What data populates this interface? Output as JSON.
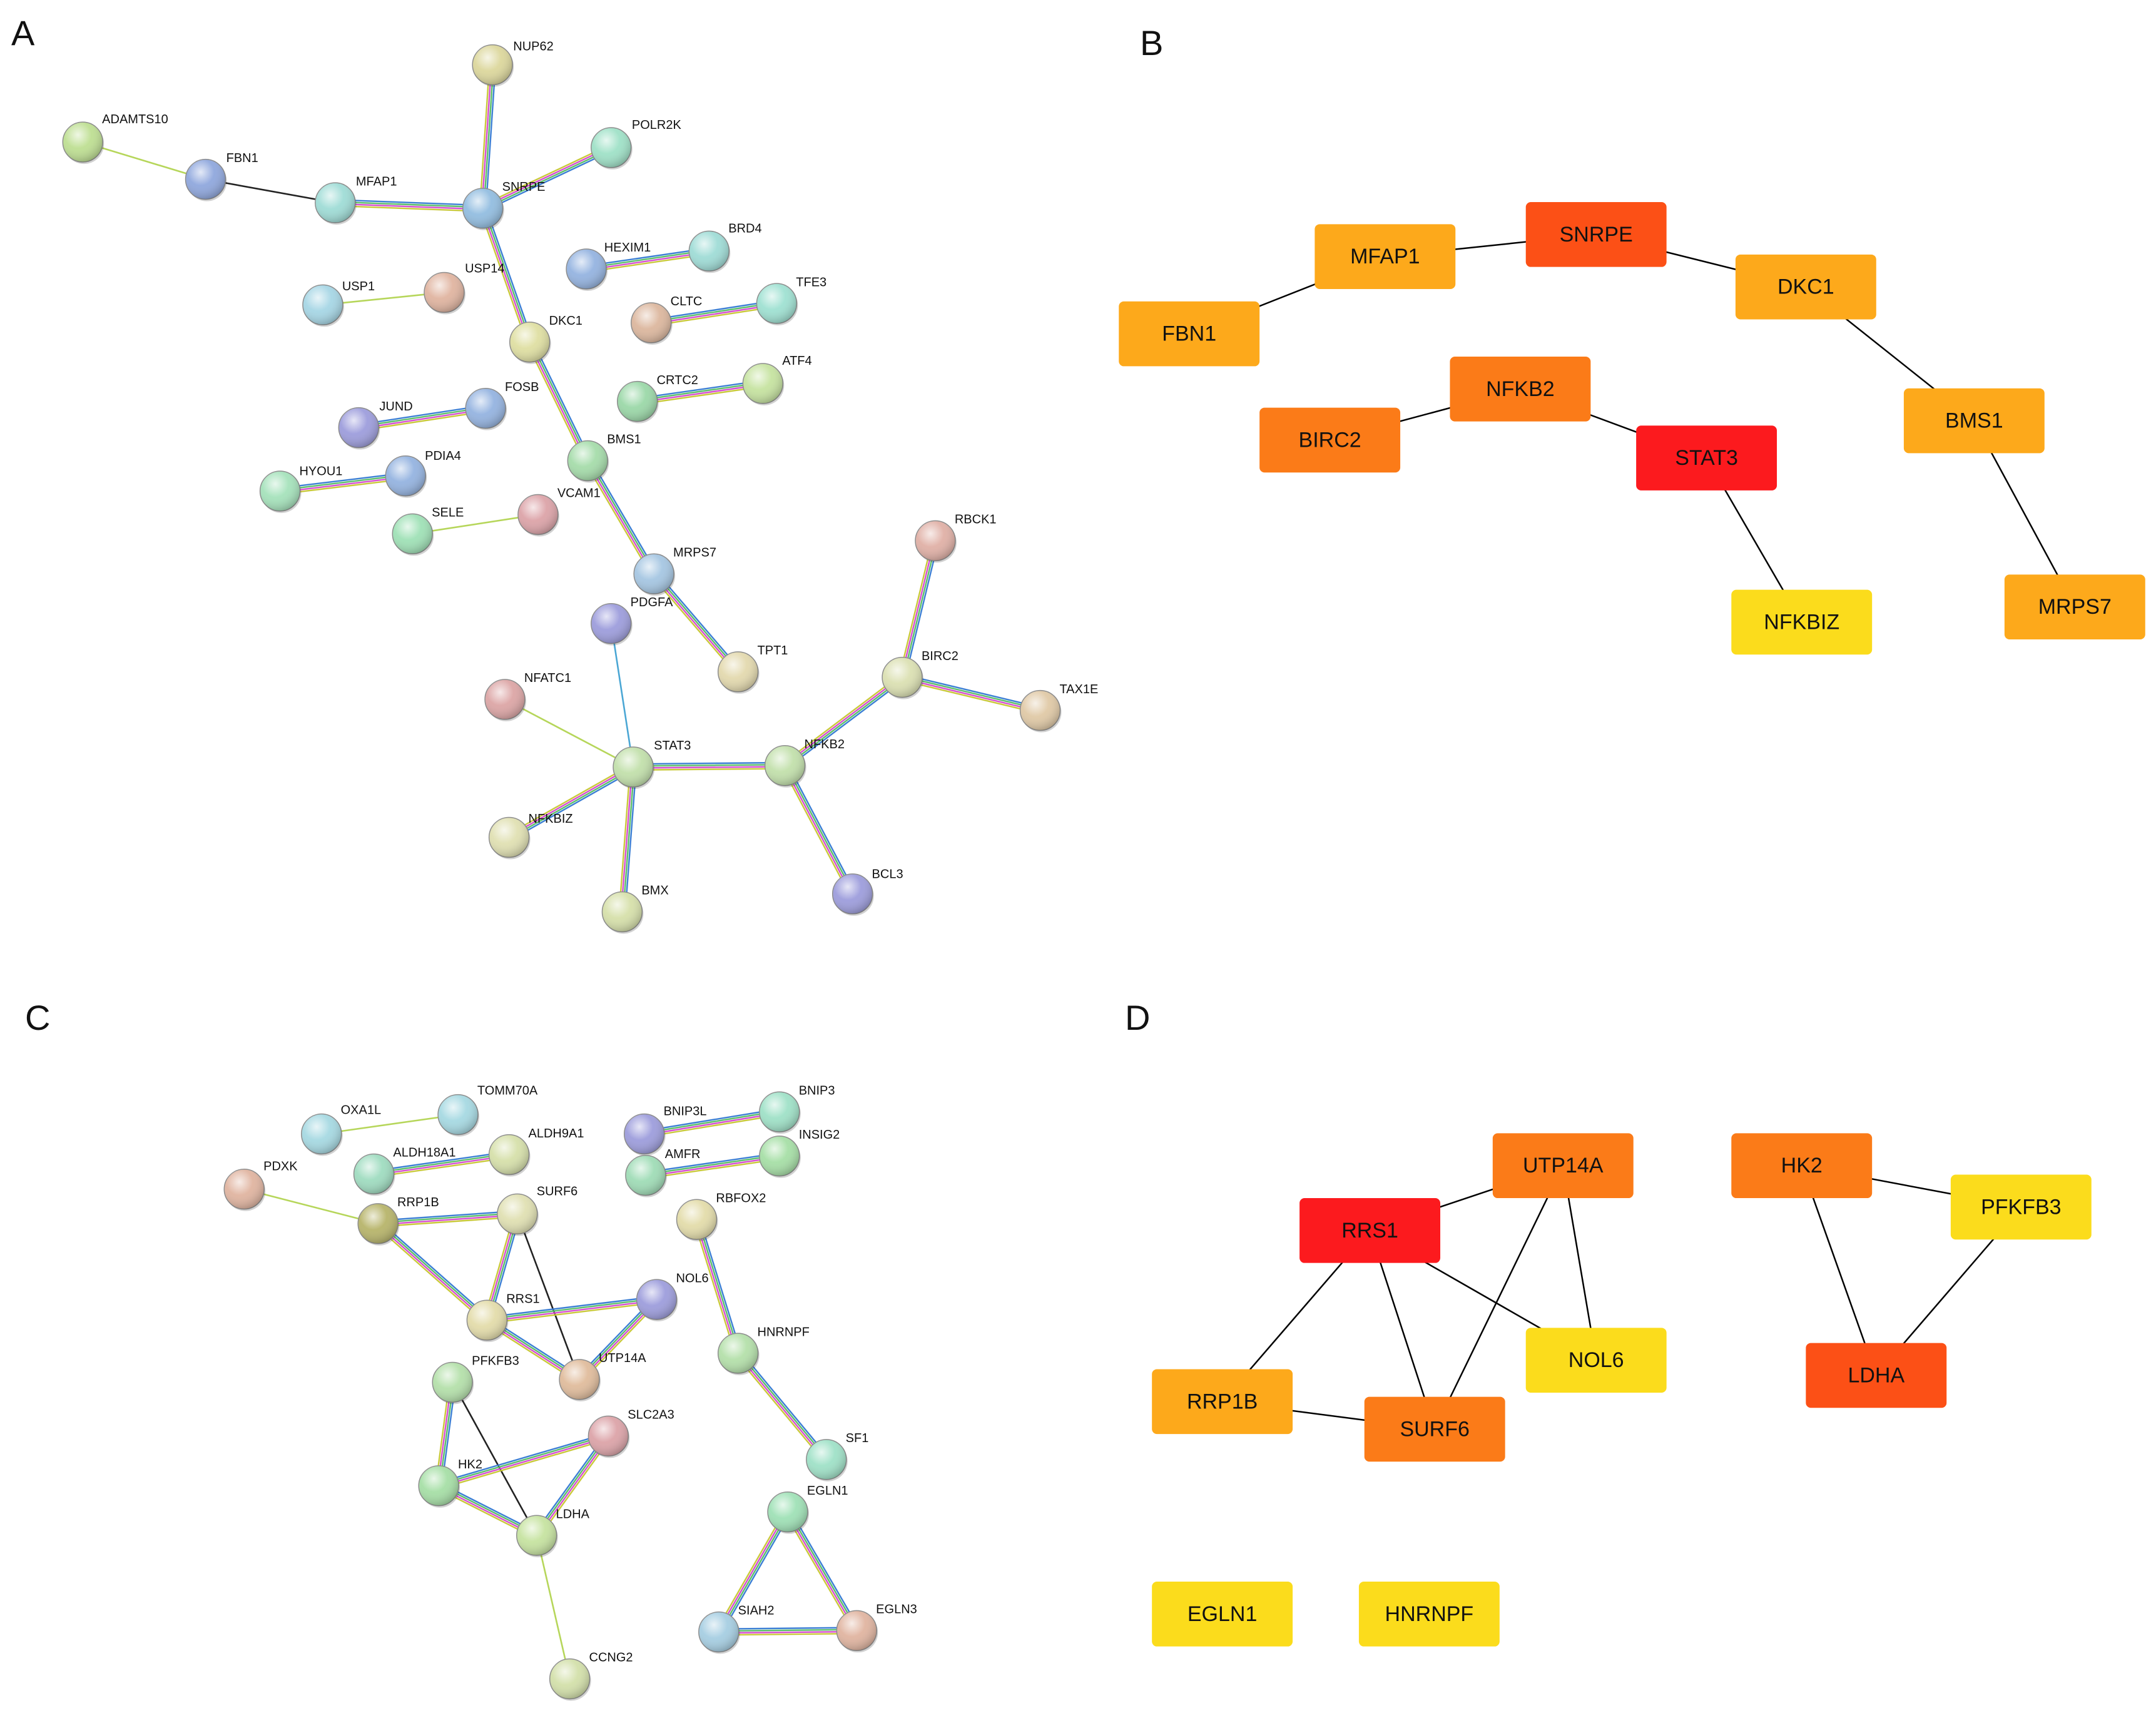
{
  "panels": {
    "A": {
      "letter": "A",
      "nodes": [
        {
          "id": "NUP62",
          "label": "NUP62",
          "color": "#dcd79c"
        },
        {
          "id": "ADAMTS10",
          "label": "ADAMTS10",
          "color": "#bedf92"
        },
        {
          "id": "FBN1",
          "label": "FBN1",
          "color": "#8fa7dd"
        },
        {
          "id": "POLR2K",
          "label": "POLR2K",
          "color": "#9fe1c7"
        },
        {
          "id": "MFAP1",
          "label": "MFAP1",
          "color": "#9fdcd6"
        },
        {
          "id": "SNRPE",
          "label": "SNRPE",
          "color": "#92bde0"
        },
        {
          "id": "HEXIM1",
          "label": "HEXIM1",
          "color": "#94b3e0"
        },
        {
          "id": "BRD4",
          "label": "BRD4",
          "color": "#9fdcd6"
        },
        {
          "id": "USP1",
          "label": "USP1",
          "color": "#a6d6e5"
        },
        {
          "id": "USP14",
          "label": "USP14",
          "color": "#e0b4a0"
        },
        {
          "id": "TFE3",
          "label": "TFE3",
          "color": "#9fe1d2"
        },
        {
          "id": "CLTC",
          "label": "CLTC",
          "color": "#dcb79e"
        },
        {
          "id": "DKC1",
          "label": "DKC1",
          "color": "#dfdfa2"
        },
        {
          "id": "CRTC2",
          "label": "CRTC2",
          "color": "#9bd8a8"
        },
        {
          "id": "ATF4",
          "label": "ATF4",
          "color": "#c6e3a0"
        },
        {
          "id": "JUND",
          "label": "JUND",
          "color": "#9d9ddc"
        },
        {
          "id": "FOSB",
          "label": "FOSB",
          "color": "#94b3e0"
        },
        {
          "id": "BMS1",
          "label": "BMS1",
          "color": "#a5dcaa"
        },
        {
          "id": "HYOU1",
          "label": "HYOU1",
          "color": "#a5e2bb"
        },
        {
          "id": "PDIA4",
          "label": "PDIA4",
          "color": "#94b3e0"
        },
        {
          "id": "SELE",
          "label": "SELE",
          "color": "#9fe1b6"
        },
        {
          "id": "VCAM1",
          "label": "VCAM1",
          "color": "#dca3a8"
        },
        {
          "id": "MRPS7",
          "label": "MRPS7",
          "color": "#a5c6e2"
        },
        {
          "id": "RBCK1",
          "label": "RBCK1",
          "color": "#e0b0a6"
        },
        {
          "id": "PDGFA",
          "label": "PDGFA",
          "color": "#9d9ddc"
        },
        {
          "id": "TPT1",
          "label": "TPT1",
          "color": "#e3d9ae"
        },
        {
          "id": "BIRC2",
          "label": "BIRC2",
          "color": "#dbe0b2"
        },
        {
          "id": "TAX1BP1",
          "label": "TAX1E",
          "color": "#e0c9a6"
        },
        {
          "id": "NFATC1",
          "label": "NFATC1",
          "color": "#dca5a5"
        },
        {
          "id": "STAT3",
          "label": "STAT3",
          "color": "#c2e0ab"
        },
        {
          "id": "NFKB2",
          "label": "NFKB2",
          "color": "#c2e0ab"
        },
        {
          "id": "NFKBIZ",
          "label": "NFKBIZ",
          "color": "#e0e0b2"
        },
        {
          "id": "BMX",
          "label": "BMX",
          "color": "#d6e0aa"
        },
        {
          "id": "BCL3",
          "label": "BCL3",
          "color": "#9d9ddc"
        }
      ],
      "edges": [
        {
          "a": "ADAMTS10",
          "b": "FBN1",
          "kind": "c1"
        },
        {
          "a": "FBN1",
          "b": "MFAP1",
          "kind": "c0"
        },
        {
          "a": "MFAP1",
          "b": "SNRPE",
          "kind": "multi"
        },
        {
          "a": "NUP62",
          "b": "SNRPE",
          "kind": "multi"
        },
        {
          "a": "POLR2K",
          "b": "SNRPE",
          "kind": "multi"
        },
        {
          "a": "SNRPE",
          "b": "DKC1",
          "kind": "multi"
        },
        {
          "a": "HEXIM1",
          "b": "BRD4",
          "kind": "multi"
        },
        {
          "a": "USP1",
          "b": "USP14",
          "kind": "c1"
        },
        {
          "a": "CLTC",
          "b": "TFE3",
          "kind": "multi"
        },
        {
          "a": "DKC1",
          "b": "BMS1",
          "kind": "multi"
        },
        {
          "a": "CRTC2",
          "b": "ATF4",
          "kind": "multi"
        },
        {
          "a": "JUND",
          "b": "FOSB",
          "kind": "multi"
        },
        {
          "a": "HYOU1",
          "b": "PDIA4",
          "kind": "multi"
        },
        {
          "a": "SELE",
          "b": "VCAM1",
          "kind": "c1"
        },
        {
          "a": "BMS1",
          "b": "MRPS7",
          "kind": "multi"
        },
        {
          "a": "MRPS7",
          "b": "TPT1",
          "kind": "multi"
        },
        {
          "a": "RBCK1",
          "b": "BIRC2",
          "kind": "multi"
        },
        {
          "a": "BIRC2",
          "b": "TAX1BP1",
          "kind": "multi"
        },
        {
          "a": "BIRC2",
          "b": "NFKB2",
          "kind": "multi"
        },
        {
          "a": "PDGFA",
          "b": "STAT3",
          "kind": "c2"
        },
        {
          "a": "NFATC1",
          "b": "STAT3",
          "kind": "c1"
        },
        {
          "a": "STAT3",
          "b": "NFKB2",
          "kind": "multi"
        },
        {
          "a": "STAT3",
          "b": "NFKBIZ",
          "kind": "multi"
        },
        {
          "a": "STAT3",
          "b": "BMX",
          "kind": "multi"
        },
        {
          "a": "NFKB2",
          "b": "BCL3",
          "kind": "multi"
        }
      ]
    },
    "B": {
      "letter": "B",
      "nodes": [
        {
          "id": "SNRPE",
          "label": "SNRPE",
          "color": "#fc5016"
        },
        {
          "id": "MFAP1",
          "label": "MFAP1",
          "color": "#fda91b"
        },
        {
          "id": "DKC1",
          "label": "DKC1",
          "color": "#fda91b"
        },
        {
          "id": "FBN1",
          "label": "FBN1",
          "color": "#fda91b"
        },
        {
          "id": "NFKB2",
          "label": "NFKB2",
          "color": "#fb7b18"
        },
        {
          "id": "BIRC2",
          "label": "BIRC2",
          "color": "#fb7b18"
        },
        {
          "id": "STAT3",
          "label": "STAT3",
          "color": "#fc1a1e"
        },
        {
          "id": "BMS1",
          "label": "BMS1",
          "color": "#fda91b"
        },
        {
          "id": "NFKBIZ",
          "label": "NFKBIZ",
          "color": "#fbdc1c"
        },
        {
          "id": "MRPS7",
          "label": "MRPS7",
          "color": "#fda91b"
        }
      ],
      "edges": [
        {
          "a": "FBN1",
          "b": "MFAP1"
        },
        {
          "a": "MFAP1",
          "b": "SNRPE"
        },
        {
          "a": "SNRPE",
          "b": "DKC1"
        },
        {
          "a": "DKC1",
          "b": "BMS1"
        },
        {
          "a": "BMS1",
          "b": "MRPS7"
        },
        {
          "a": "BIRC2",
          "b": "NFKB2"
        },
        {
          "a": "NFKB2",
          "b": "STAT3"
        },
        {
          "a": "STAT3",
          "b": "NFKBIZ"
        }
      ]
    },
    "C": {
      "letter": "C",
      "nodes": [
        {
          "id": "OXA1L",
          "label": "OXA1L",
          "color": "#a6d9e2"
        },
        {
          "id": "TOMM70A",
          "label": "TOMM70A",
          "color": "#a6d9e2"
        },
        {
          "id": "BNIP3L",
          "label": "BNIP3L",
          "color": "#9d9ddc"
        },
        {
          "id": "BNIP3",
          "label": "BNIP3",
          "color": "#9fe1c7"
        },
        {
          "id": "PDXK",
          "label": "PDXK",
          "color": "#e0b4a0"
        },
        {
          "id": "ALDH18A1",
          "label": "ALDH18A1",
          "color": "#9fdcc0"
        },
        {
          "id": "ALDH9A1",
          "label": "ALDH9A1",
          "color": "#d6e0aa"
        },
        {
          "id": "AMFR",
          "label": "AMFR",
          "color": "#9fdcb6"
        },
        {
          "id": "INSIG2",
          "label": "INSIG2",
          "color": "#a6dfa6"
        },
        {
          "id": "RRP1B",
          "label": "RRP1B",
          "color": "#b7b46a"
        },
        {
          "id": "SURF6",
          "label": "SURF6",
          "color": "#e0e0b2"
        },
        {
          "id": "RBFOX2",
          "label": "RBFOX2",
          "color": "#e3dcaa"
        },
        {
          "id": "NOL6",
          "label": "NOL6",
          "color": "#9d9ddc"
        },
        {
          "id": "RRS1",
          "label": "RRS1",
          "color": "#e3dcaa"
        },
        {
          "id": "UTP14A",
          "label": "UTP14A",
          "color": "#e0bc9c"
        },
        {
          "id": "HNRNPF",
          "label": "HNRNPF",
          "color": "#b4e0aa"
        },
        {
          "id": "PFKFB3",
          "label": "PFKFB3",
          "color": "#b4e0aa"
        },
        {
          "id": "SLC2A3",
          "label": "SLC2A3",
          "color": "#dca3a8"
        },
        {
          "id": "SF1",
          "label": "SF1",
          "color": "#9fe1c7"
        },
        {
          "id": "HK2",
          "label": "HK2",
          "color": "#a6dfa6"
        },
        {
          "id": "LDHA",
          "label": "LDHA",
          "color": "#c6e3a0"
        },
        {
          "id": "EGLN1",
          "label": "EGLN1",
          "color": "#9fe1b6"
        },
        {
          "id": "SIAH2",
          "label": "SIAH2",
          "color": "#a6cee2"
        },
        {
          "id": "EGLN3",
          "label": "EGLN3",
          "color": "#e0b4a0"
        },
        {
          "id": "CCNG2",
          "label": "CCNG2",
          "color": "#d3e0aa"
        }
      ],
      "edges": [
        {
          "a": "OXA1L",
          "b": "TOMM70A",
          "kind": "c1"
        },
        {
          "a": "BNIP3L",
          "b": "BNIP3",
          "kind": "multi"
        },
        {
          "a": "AMFR",
          "b": "INSIG2",
          "kind": "multi"
        },
        {
          "a": "ALDH18A1",
          "b": "ALDH9A1",
          "kind": "multi"
        },
        {
          "a": "PDXK",
          "b": "RRP1B",
          "kind": "c1"
        },
        {
          "a": "RRP1B",
          "b": "SURF6",
          "kind": "multi"
        },
        {
          "a": "RRP1B",
          "b": "RRS1",
          "kind": "multi"
        },
        {
          "a": "SURF6",
          "b": "RRS1",
          "kind": "multi"
        },
        {
          "a": "SURF6",
          "b": "UTP14A",
          "kind": "c0"
        },
        {
          "a": "RRS1",
          "b": "NOL6",
          "kind": "multi"
        },
        {
          "a": "RRS1",
          "b": "UTP14A",
          "kind": "multi"
        },
        {
          "a": "UTP14A",
          "b": "NOL6",
          "kind": "multi"
        },
        {
          "a": "RBFOX2",
          "b": "HNRNPF",
          "kind": "multi"
        },
        {
          "a": "HNRNPF",
          "b": "SF1",
          "kind": "multi"
        },
        {
          "a": "PFKFB3",
          "b": "HK2",
          "kind": "multi"
        },
        {
          "a": "PFKFB3",
          "b": "LDHA",
          "kind": "c0"
        },
        {
          "a": "HK2",
          "b": "LDHA",
          "kind": "multi"
        },
        {
          "a": "HK2",
          "b": "SLC2A3",
          "kind": "multi"
        },
        {
          "a": "LDHA",
          "b": "SLC2A3",
          "kind": "multi"
        },
        {
          "a": "LDHA",
          "b": "CCNG2",
          "kind": "c1"
        },
        {
          "a": "EGLN1",
          "b": "SIAH2",
          "kind": "multi"
        },
        {
          "a": "EGLN1",
          "b": "EGLN3",
          "kind": "multi"
        },
        {
          "a": "SIAH2",
          "b": "EGLN3",
          "kind": "multi"
        }
      ]
    },
    "D": {
      "letter": "D",
      "nodes": [
        {
          "id": "UTP14A",
          "label": "UTP14A",
          "color": "#fb7b18"
        },
        {
          "id": "HK2",
          "label": "HK2",
          "color": "#fb7b18"
        },
        {
          "id": "RRS1",
          "label": "RRS1",
          "color": "#fc1a1e"
        },
        {
          "id": "PFKFB3",
          "label": "PFKFB3",
          "color": "#fbdc1c"
        },
        {
          "id": "NOL6",
          "label": "NOL6",
          "color": "#fbdc1c"
        },
        {
          "id": "LDHA",
          "label": "LDHA",
          "color": "#fc5016"
        },
        {
          "id": "RRP1B",
          "label": "RRP1B",
          "color": "#fda91b"
        },
        {
          "id": "SURF6",
          "label": "SURF6",
          "color": "#fb7b18"
        },
        {
          "id": "EGLN1",
          "label": "EGLN1",
          "color": "#fbdc1c"
        },
        {
          "id": "HNRNPF",
          "label": "HNRNPF",
          "color": "#fbdc1c"
        }
      ],
      "edges": [
        {
          "a": "RRS1",
          "b": "UTP14A"
        },
        {
          "a": "RRS1",
          "b": "RRP1B"
        },
        {
          "a": "RRS1",
          "b": "SURF6"
        },
        {
          "a": "RRS1",
          "b": "NOL6"
        },
        {
          "a": "UTP14A",
          "b": "SURF6"
        },
        {
          "a": "UTP14A",
          "b": "NOL6"
        },
        {
          "a": "RRP1B",
          "b": "SURF6"
        },
        {
          "a": "HK2",
          "b": "PFKFB3"
        },
        {
          "a": "HK2",
          "b": "LDHA"
        },
        {
          "a": "PFKFB3",
          "b": "LDHA"
        }
      ]
    }
  }
}
